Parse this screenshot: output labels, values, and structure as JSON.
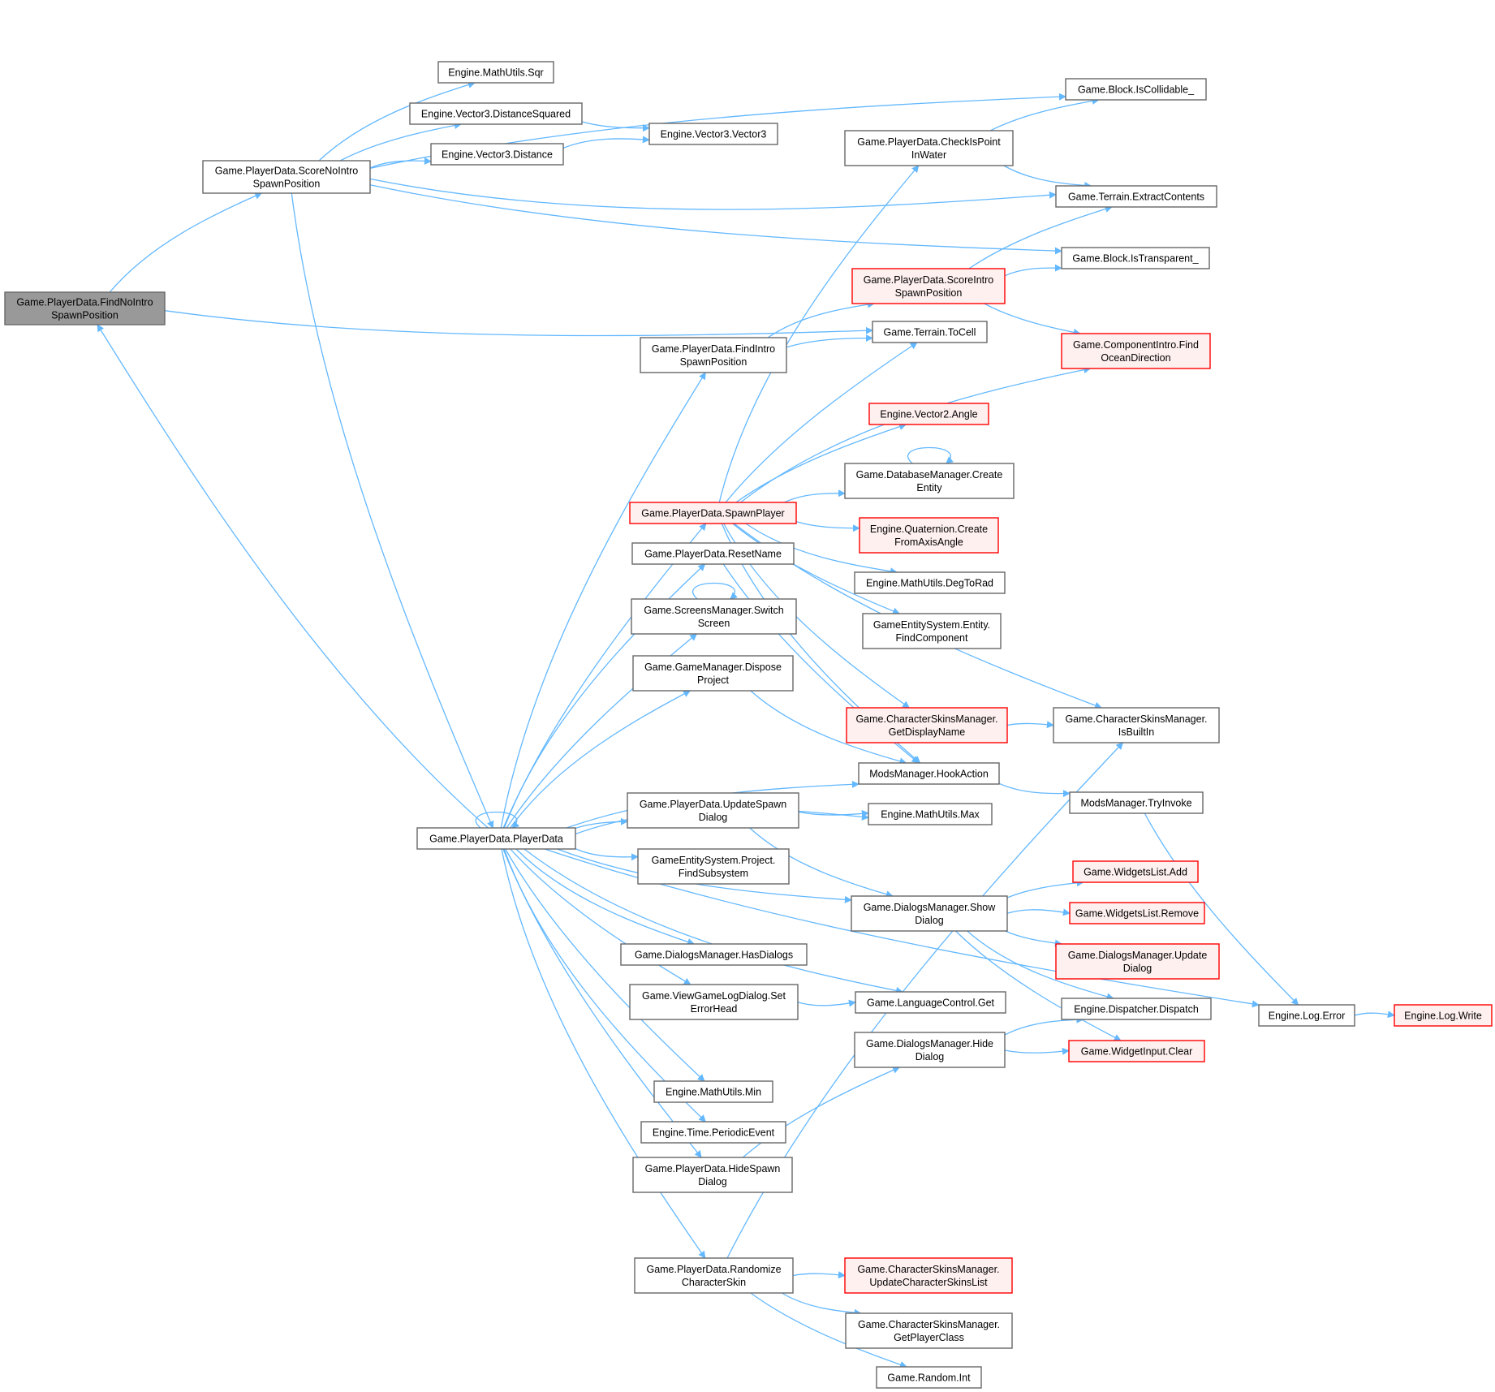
{
  "colors": {
    "edge": "#63b8ff",
    "node_fill": "#ffffff",
    "node_stroke": "#666666",
    "focus_fill": "#999999",
    "focus_stroke": "#666666",
    "truncated_fill": "#fff0f0",
    "truncated_stroke": "#ff0000",
    "text": "#000000"
  },
  "nodes": [
    {
      "id": "findNoIntro",
      "lines": [
        "Game.PlayerData.FindNoIntro",
        "SpawnPosition"
      ],
      "style": "focus"
    },
    {
      "id": "scoreNoIntro",
      "lines": [
        "Game.PlayerData.ScoreNoIntro",
        "SpawnPosition"
      ],
      "style": "normal"
    },
    {
      "id": "mathSqr",
      "lines": [
        "Engine.MathUtils.Sqr"
      ],
      "style": "normal"
    },
    {
      "id": "v3DistSq",
      "lines": [
        "Engine.Vector3.DistanceSquared"
      ],
      "style": "normal"
    },
    {
      "id": "v3Dist",
      "lines": [
        "Engine.Vector3.Distance"
      ],
      "style": "normal"
    },
    {
      "id": "v3Ctor",
      "lines": [
        "Engine.Vector3.Vector3"
      ],
      "style": "normal"
    },
    {
      "id": "isCollidable",
      "lines": [
        "Game.Block.IsCollidable_"
      ],
      "style": "normal"
    },
    {
      "id": "checkWater",
      "lines": [
        "Game.PlayerData.CheckIsPoint",
        "InWater"
      ],
      "style": "normal"
    },
    {
      "id": "extract",
      "lines": [
        "Game.Terrain.ExtractContents"
      ],
      "style": "normal"
    },
    {
      "id": "isTransparent",
      "lines": [
        "Game.Block.IsTransparent_"
      ],
      "style": "normal"
    },
    {
      "id": "scoreIntro",
      "lines": [
        "Game.PlayerData.ScoreIntro",
        "SpawnPosition"
      ],
      "style": "truncated"
    },
    {
      "id": "toCell",
      "lines": [
        "Game.Terrain.ToCell"
      ],
      "style": "normal"
    },
    {
      "id": "findOcean",
      "lines": [
        "Game.ComponentIntro.Find",
        "OceanDirection"
      ],
      "style": "truncated"
    },
    {
      "id": "findIntro",
      "lines": [
        "Game.PlayerData.FindIntro",
        "SpawnPosition"
      ],
      "style": "normal"
    },
    {
      "id": "v2Angle",
      "lines": [
        "Engine.Vector2.Angle"
      ],
      "style": "truncated"
    },
    {
      "id": "dbCreate",
      "lines": [
        "Game.DatabaseManager.Create",
        "Entity"
      ],
      "style": "normal"
    },
    {
      "id": "spawnPlayer",
      "lines": [
        "Game.PlayerData.SpawnPlayer"
      ],
      "style": "truncated"
    },
    {
      "id": "quat",
      "lines": [
        "Engine.Quaternion.Create",
        "FromAxisAngle"
      ],
      "style": "truncated"
    },
    {
      "id": "resetName",
      "lines": [
        "Game.PlayerData.ResetName"
      ],
      "style": "normal"
    },
    {
      "id": "degToRad",
      "lines": [
        "Engine.MathUtils.DegToRad"
      ],
      "style": "normal"
    },
    {
      "id": "switchScreen",
      "lines": [
        "Game.ScreensManager.Switch",
        "Screen"
      ],
      "style": "normal"
    },
    {
      "id": "findComponent",
      "lines": [
        "GameEntitySystem.Entity.",
        "FindComponent"
      ],
      "style": "normal"
    },
    {
      "id": "dispose",
      "lines": [
        "Game.GameManager.Dispose",
        "Project"
      ],
      "style": "normal"
    },
    {
      "id": "getDisplayName",
      "lines": [
        "Game.CharacterSkinsManager.",
        "GetDisplayName"
      ],
      "style": "truncated"
    },
    {
      "id": "isBuiltIn",
      "lines": [
        "Game.CharacterSkinsManager.",
        "IsBuiltIn"
      ],
      "style": "normal"
    },
    {
      "id": "hookAction",
      "lines": [
        "ModsManager.HookAction"
      ],
      "style": "normal"
    },
    {
      "id": "updateSpawn",
      "lines": [
        "Game.PlayerData.UpdateSpawn",
        "Dialog"
      ],
      "style": "normal"
    },
    {
      "id": "mathMax",
      "lines": [
        "Engine.MathUtils.Max"
      ],
      "style": "normal"
    },
    {
      "id": "tryInvoke",
      "lines": [
        "ModsManager.TryInvoke"
      ],
      "style": "normal"
    },
    {
      "id": "playerData",
      "lines": [
        "Game.PlayerData.PlayerData"
      ],
      "style": "normal"
    },
    {
      "id": "findSubsystem",
      "lines": [
        "GameEntitySystem.Project.",
        "FindSubsystem"
      ],
      "style": "normal"
    },
    {
      "id": "widgetsAdd",
      "lines": [
        "Game.WidgetsList.Add"
      ],
      "style": "truncated"
    },
    {
      "id": "showDialog",
      "lines": [
        "Game.DialogsManager.Show",
        "Dialog"
      ],
      "style": "normal"
    },
    {
      "id": "widgetsRemove",
      "lines": [
        "Game.WidgetsList.Remove"
      ],
      "style": "truncated"
    },
    {
      "id": "hasDialogs",
      "lines": [
        "Game.DialogsManager.HasDialogs"
      ],
      "style": "normal"
    },
    {
      "id": "updateDialog",
      "lines": [
        "Game.DialogsManager.Update",
        "Dialog"
      ],
      "style": "truncated"
    },
    {
      "id": "setErrorHead",
      "lines": [
        "Game.ViewGameLogDialog.Set",
        "ErrorHead"
      ],
      "style": "normal"
    },
    {
      "id": "langGet",
      "lines": [
        "Game.LanguageControl.Get"
      ],
      "style": "normal"
    },
    {
      "id": "dispatch",
      "lines": [
        "Engine.Dispatcher.Dispatch"
      ],
      "style": "normal"
    },
    {
      "id": "logError",
      "lines": [
        "Engine.Log.Error"
      ],
      "style": "normal"
    },
    {
      "id": "logWrite",
      "lines": [
        "Engine.Log.Write"
      ],
      "style": "truncated"
    },
    {
      "id": "hideDialog",
      "lines": [
        "Game.DialogsManager.Hide",
        "Dialog"
      ],
      "style": "normal"
    },
    {
      "id": "widgetClear",
      "lines": [
        "Game.WidgetInput.Clear"
      ],
      "style": "truncated"
    },
    {
      "id": "mathMin",
      "lines": [
        "Engine.MathUtils.Min"
      ],
      "style": "normal"
    },
    {
      "id": "periodic",
      "lines": [
        "Engine.Time.PeriodicEvent"
      ],
      "style": "normal"
    },
    {
      "id": "hideSpawn",
      "lines": [
        "Game.PlayerData.HideSpawn",
        "Dialog"
      ],
      "style": "normal"
    },
    {
      "id": "randomizeSkin",
      "lines": [
        "Game.PlayerData.Randomize",
        "CharacterSkin"
      ],
      "style": "normal"
    },
    {
      "id": "updateSkinsList",
      "lines": [
        "Game.CharacterSkinsManager.",
        "UpdateCharacterSkinsList"
      ],
      "style": "truncated"
    },
    {
      "id": "getPlayerClass",
      "lines": [
        "Game.CharacterSkinsManager.",
        "GetPlayerClass"
      ],
      "style": "normal"
    },
    {
      "id": "randomInt",
      "lines": [
        "Game.Random.Int"
      ],
      "style": "normal"
    }
  ],
  "edges": [
    [
      "findNoIntro",
      "scoreNoIntro"
    ],
    [
      "findNoIntro",
      "toCell"
    ],
    [
      "scoreNoIntro",
      "mathSqr"
    ],
    [
      "scoreNoIntro",
      "v3DistSq"
    ],
    [
      "scoreNoIntro",
      "v3Dist"
    ],
    [
      "scoreNoIntro",
      "isCollidable"
    ],
    [
      "scoreNoIntro",
      "extract"
    ],
    [
      "scoreNoIntro",
      "isTransparent"
    ],
    [
      "scoreNoIntro",
      "playerData"
    ],
    [
      "v3DistSq",
      "v3Ctor"
    ],
    [
      "v3Dist",
      "v3Ctor"
    ],
    [
      "checkWater",
      "isCollidable"
    ],
    [
      "checkWater",
      "extract"
    ],
    [
      "scoreIntro",
      "extract"
    ],
    [
      "scoreIntro",
      "isTransparent"
    ],
    [
      "scoreIntro",
      "findOcean"
    ],
    [
      "findIntro",
      "scoreIntro"
    ],
    [
      "findIntro",
      "toCell"
    ],
    [
      "spawnPlayer",
      "checkWater"
    ],
    [
      "spawnPlayer",
      "toCell"
    ],
    [
      "spawnPlayer",
      "findOcean"
    ],
    [
      "spawnPlayer",
      "v2Angle"
    ],
    [
      "spawnPlayer",
      "dbCreate"
    ],
    [
      "spawnPlayer",
      "quat"
    ],
    [
      "spawnPlayer",
      "degToRad"
    ],
    [
      "spawnPlayer",
      "findComponent"
    ],
    [
      "spawnPlayer",
      "getDisplayName"
    ],
    [
      "spawnPlayer",
      "isBuiltIn"
    ],
    [
      "spawnPlayer",
      "hookAction"
    ],
    [
      "dbCreate",
      "dbCreate"
    ],
    [
      "switchScreen",
      "switchScreen"
    ],
    [
      "resetName",
      "hookAction"
    ],
    [
      "dispose",
      "hookAction"
    ],
    [
      "getDisplayName",
      "isBuiltIn"
    ],
    [
      "hookAction",
      "tryInvoke"
    ],
    [
      "tryInvoke",
      "logError"
    ],
    [
      "logError",
      "logWrite"
    ],
    [
      "updateSpawn",
      "mathMax"
    ],
    [
      "updateSpawn",
      "showDialog"
    ],
    [
      "showDialog",
      "widgetsAdd"
    ],
    [
      "showDialog",
      "widgetsRemove"
    ],
    [
      "showDialog",
      "updateDialog"
    ],
    [
      "showDialog",
      "dispatch"
    ],
    [
      "showDialog",
      "widgetClear"
    ],
    [
      "hideDialog",
      "dispatch"
    ],
    [
      "hideDialog",
      "widgetClear"
    ],
    [
      "setErrorHead",
      "langGet"
    ],
    [
      "hideSpawn",
      "hideDialog"
    ],
    [
      "randomizeSkin",
      "isBuiltIn"
    ],
    [
      "randomizeSkin",
      "updateSkinsList"
    ],
    [
      "randomizeSkin",
      "getPlayerClass"
    ],
    [
      "randomizeSkin",
      "randomInt"
    ],
    [
      "playerData",
      "findNoIntro"
    ],
    [
      "playerData",
      "playerData"
    ],
    [
      "playerData",
      "findIntro"
    ],
    [
      "playerData",
      "spawnPlayer"
    ],
    [
      "playerData",
      "resetName"
    ],
    [
      "playerData",
      "switchScreen"
    ],
    [
      "playerData",
      "dispose"
    ],
    [
      "playerData",
      "hookAction"
    ],
    [
      "playerData",
      "mathMax"
    ],
    [
      "playerData",
      "updateSpawn"
    ],
    [
      "playerData",
      "findSubsystem"
    ],
    [
      "playerData",
      "showDialog"
    ],
    [
      "playerData",
      "hasDialogs"
    ],
    [
      "playerData",
      "setErrorHead"
    ],
    [
      "playerData",
      "langGet"
    ],
    [
      "playerData",
      "mathMin"
    ],
    [
      "playerData",
      "periodic"
    ],
    [
      "playerData",
      "hideSpawn"
    ],
    [
      "playerData",
      "randomizeSkin"
    ],
    [
      "playerData",
      "logError"
    ]
  ]
}
